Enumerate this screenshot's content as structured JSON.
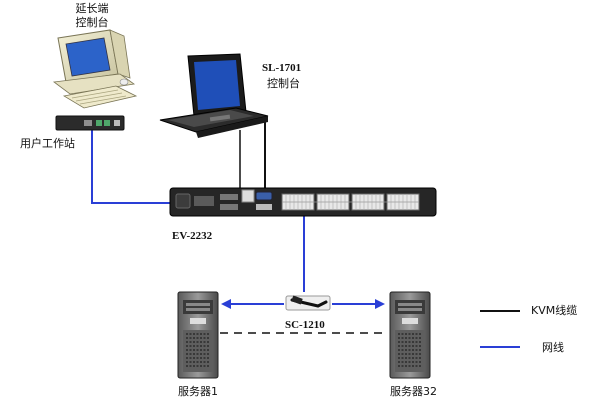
{
  "labels": {
    "extender_console": [
      "延长端",
      "控制台"
    ],
    "console_model": "SL-1701",
    "console_name": "控制台",
    "user_station": "用户工作站",
    "switch_model": "EV-2232",
    "cable_model": "SC-1210",
    "server_left": "服务器1",
    "server_right": "服务器32"
  },
  "legend": [
    {
      "label": "KVM线缆",
      "color": "#111111"
    },
    {
      "label": "网线",
      "color": "#2a3fd6"
    }
  ],
  "colors": {
    "kvm_cable": "#111111",
    "network_cable": "#2a3fd6",
    "screen": "#1f4fb8",
    "device_dark": "#2b2b2b"
  }
}
